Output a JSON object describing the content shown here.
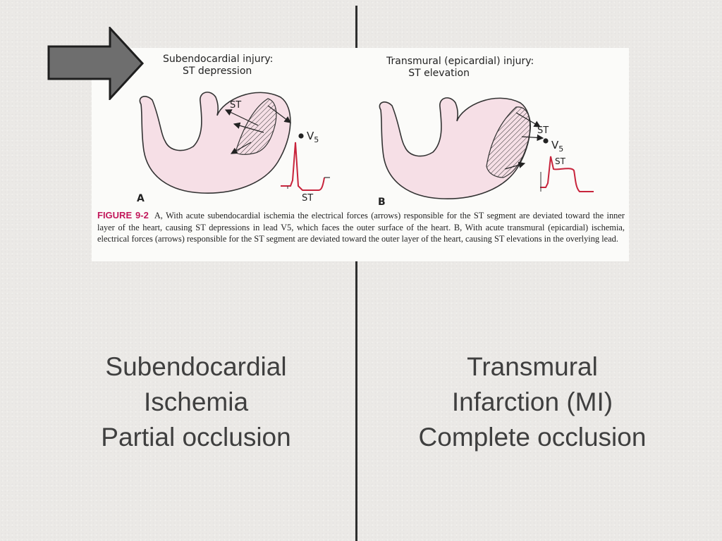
{
  "figure": {
    "panel_a": {
      "title_line1": "Subendocardial injury:",
      "title_line2": "ST depression",
      "st_label_top": "ST",
      "lead": "V",
      "lead_sub": "5",
      "st_label_bottom": "ST",
      "panel_letter": "A"
    },
    "panel_b": {
      "title_line1": "Transmural (epicardial) injury:",
      "title_line2": "ST elevation",
      "st_label_top": "ST",
      "lead": "V",
      "lead_sub": "5",
      "st_label_bottom": "ST",
      "panel_letter": "B"
    },
    "caption_label": "FIGURE 9-2",
    "caption_text": "A, With acute subendocardial ischemia the electrical forces (arrows) responsible for the ST segment are deviated toward the inner layer of the heart, causing ST depressions in lead V5, which faces the outer surface of the heart. B, With acute transmural (epicardial) ischemia, electrical forces (arrows) responsible for the ST segment are deviated toward the outer layer of the heart, causing ST elevations in the overlying lead."
  },
  "left_column": {
    "line1": "Subendocardial",
    "line2": "Ischemia",
    "line3": "Partial occlusion"
  },
  "right_column": {
    "line1": "Transmural",
    "line2": "Infarction (MI)",
    "line3": "Complete occlusion"
  },
  "colors": {
    "heart_fill": "#f6dfe6",
    "ecg_trace": "#c8243c",
    "figure_label": "#c2185b",
    "arrow_fill": "#6e6e6e",
    "divider": "#2e2e2e"
  }
}
